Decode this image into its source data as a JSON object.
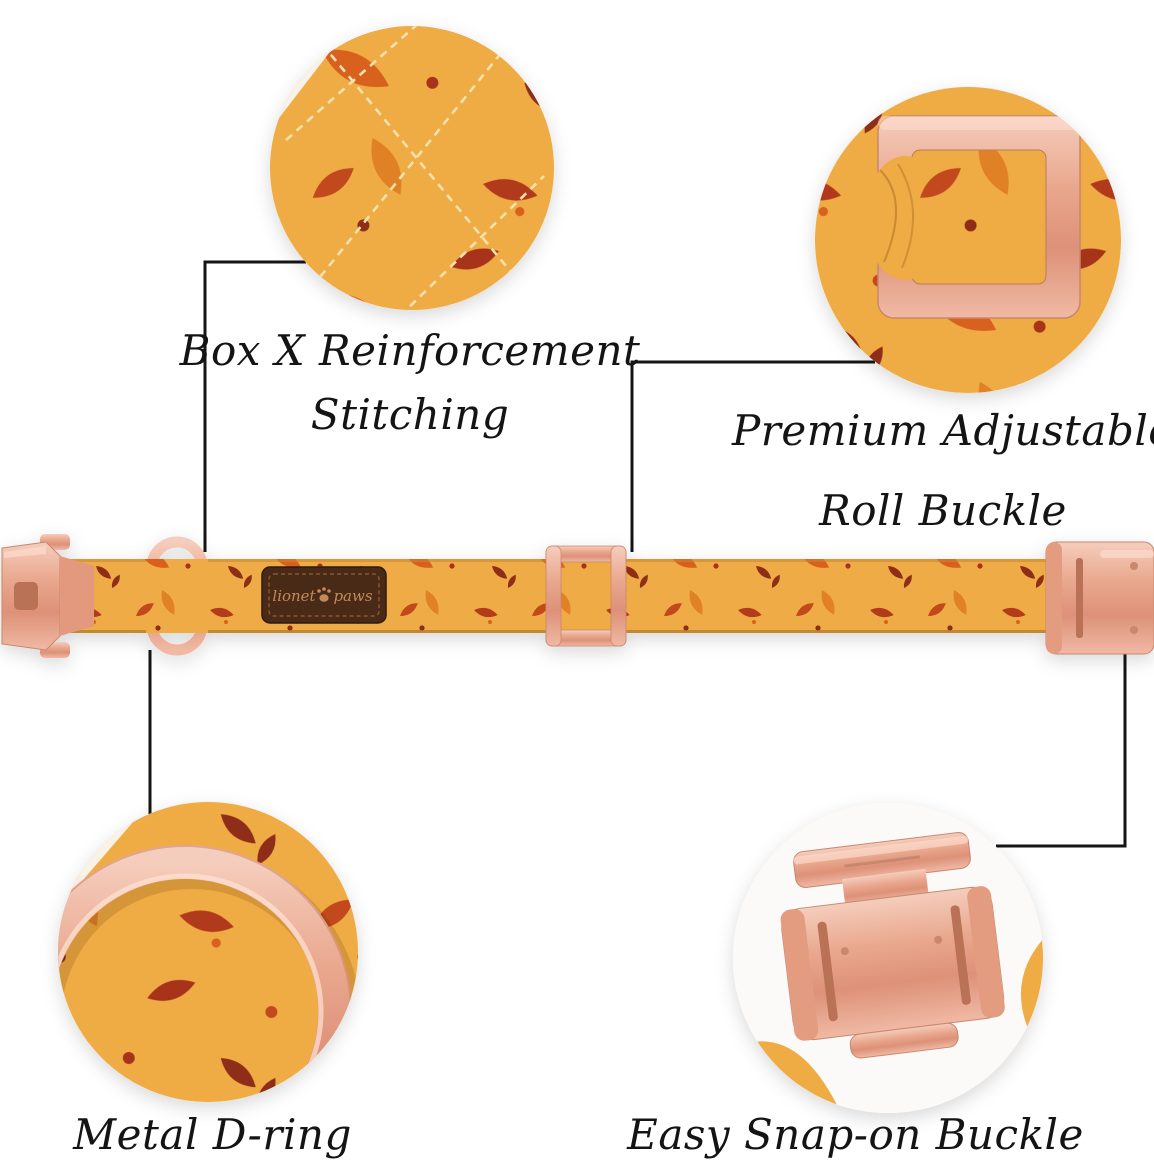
{
  "callouts": {
    "stitching": {
      "line1": "Box X Reinforcement",
      "line2": "Stitching"
    },
    "roll_buckle": {
      "line1": "Premium Adjustable",
      "line2": "Roll Buckle"
    },
    "d_ring": {
      "label": "Metal D-ring"
    },
    "snap_buckle": {
      "label": "Easy Snap-on Buckle"
    }
  },
  "collar_tag": {
    "brand_left": "lionet",
    "brand_right": "paws"
  },
  "colors": {
    "rose_gold": "#E8A88F",
    "fabric_base": "#EFAB44",
    "leaf_red": "#A8331B",
    "leaf_orange": "#D8611E",
    "leaf_maroon": "#8E2D18",
    "callout_line": "#151515",
    "tag_brown": "#4A2B18",
    "tag_text": "#C08A5A"
  }
}
